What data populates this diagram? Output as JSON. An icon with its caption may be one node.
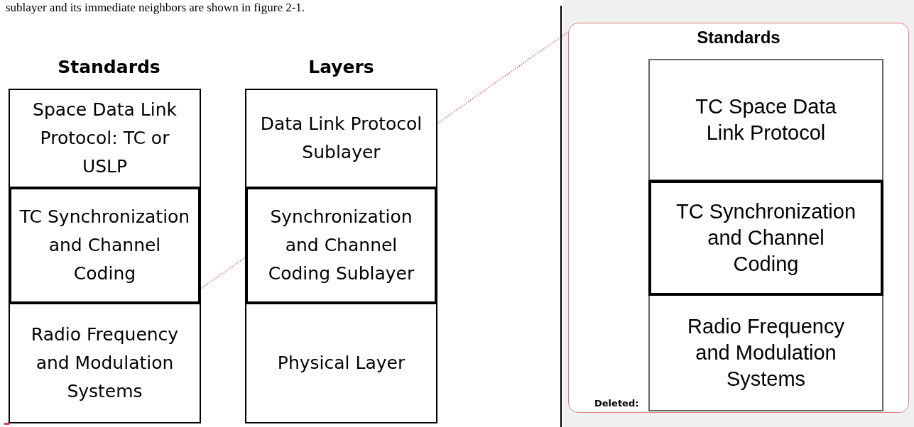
{
  "diagram": {
    "nodes": [
      {
        "text": [
          "Space Data Link Protocol: TC or USLP"
        ]
      },
      {
        "text": [
          "TC Synchronization and Channel Coding"
        ]
      },
      {
        "text": [
          "Radio Frequency and Modulation Systems"
        ]
      },
      {
        "text": [
          "Data Link Protocol Sublayer"
        ]
      },
      {
        "text": [
          "Synchronization and Channel Coding Sublayer"
        ]
      },
      {
        "text": [
          "Physical Layer"
        ]
      },
      {
        "text": [
          "Standards",
          "Deleted:"
        ]
      },
      {
        "text": [
          "TC Space Data Link Protocol"
        ],
        "in": 6
      },
      {
        "text": [
          "TC Synchronization and Channel Coding"
        ],
        "in": 6
      },
      {
        "text": [
          "Radio Frequency and Modulation Systems"
        ],
        "in": 6
      }
    ],
    "edges": [
      {
        "from": 2,
        "to": 6,
        "arrow": "other",
        "style": "dashed",
        "color": "#d04040"
      }
    ],
    "labels": [
      "sublayer and its immediate neighbors are shown in figure 2-1.",
      "Standards",
      "Layers"
    ]
  }
}
